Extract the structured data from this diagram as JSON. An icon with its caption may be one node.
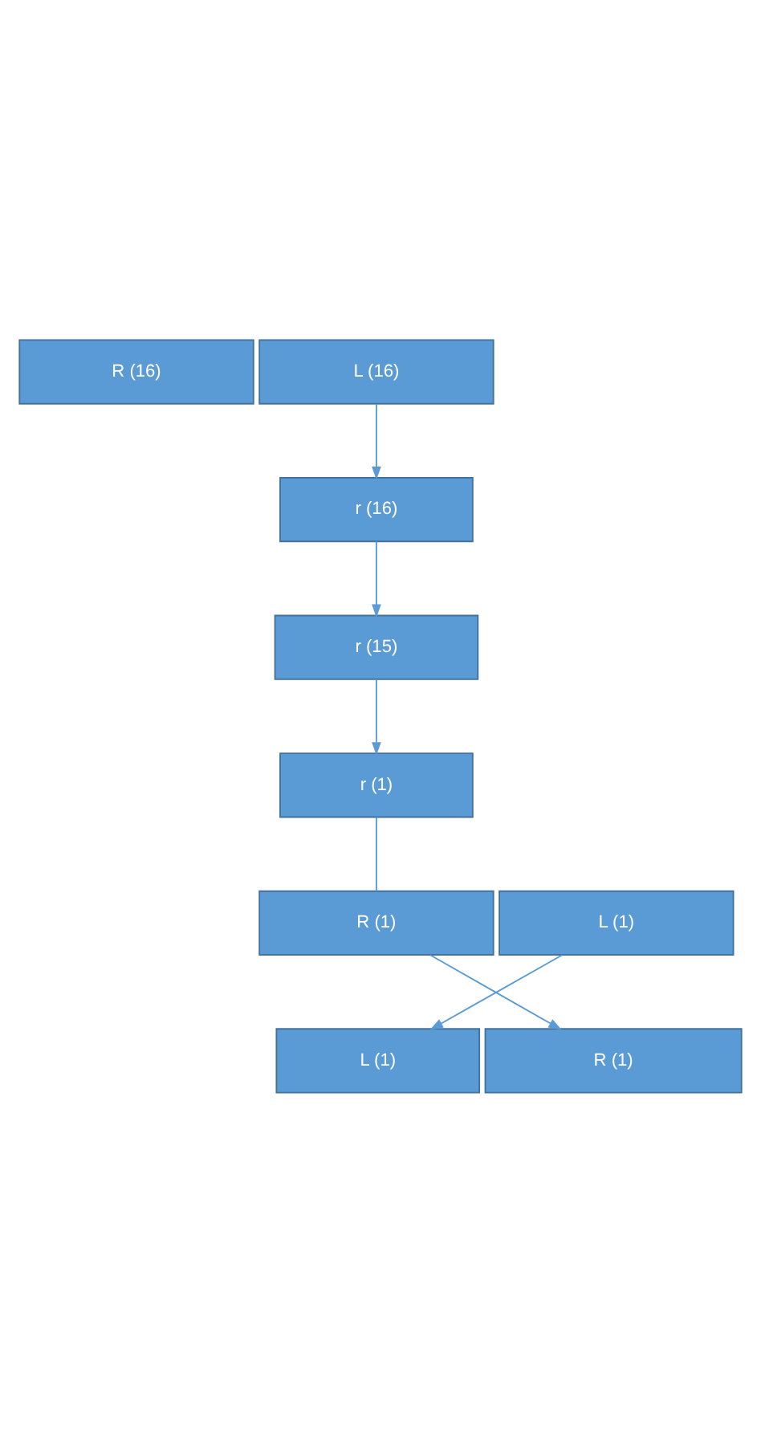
{
  "diagram": {
    "nodes": [
      {
        "text": [
          "R (16)"
        ]
      },
      {
        "text": [
          "L (16)"
        ]
      },
      {
        "text": [
          "r (16)"
        ]
      },
      {
        "text": [
          "r (15)"
        ]
      },
      {
        "text": [
          "r (1)"
        ]
      },
      {
        "text": [
          "R (1)"
        ]
      },
      {
        "text": [
          "L (1)"
        ]
      },
      {
        "text": [
          "L (1)"
        ]
      },
      {
        "text": [
          "R (1)"
        ]
      }
    ],
    "edges": [
      {
        "from": 1,
        "to": 2,
        "arrow": "to"
      },
      {
        "from": 2,
        "to": 3,
        "arrow": "to"
      },
      {
        "from": 3,
        "to": 4,
        "arrow": "to"
      },
      {
        "from": 4,
        "to": 5,
        "arrow": "none"
      },
      {
        "from": 5,
        "to": 8,
        "arrow": "to"
      },
      {
        "from": 6,
        "to": 7,
        "arrow": "to"
      }
    ]
  }
}
